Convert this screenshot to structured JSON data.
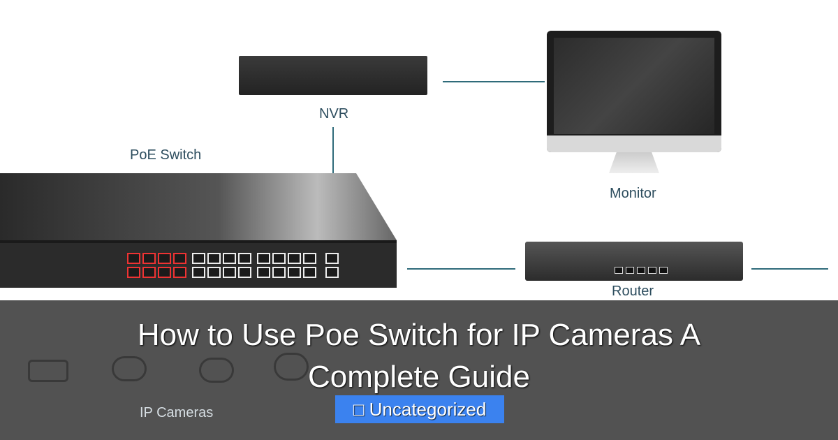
{
  "diagram": {
    "labels": {
      "nvr": "NVR",
      "poe_switch": "PoE Switch",
      "monitor": "Monitor",
      "router": "Router",
      "ip_cameras": "IP Cameras"
    }
  },
  "post": {
    "title": "How to Use Poe Switch for IP Cameras A Complete Guide",
    "category": {
      "icon": "folder-icon",
      "glyph": "□",
      "label": "Uncategorized"
    }
  },
  "colors": {
    "overlay": "#3a3a3a",
    "badge": "#3b82ef",
    "label": "#2d4d5e",
    "connector": "#2f6b7a"
  }
}
